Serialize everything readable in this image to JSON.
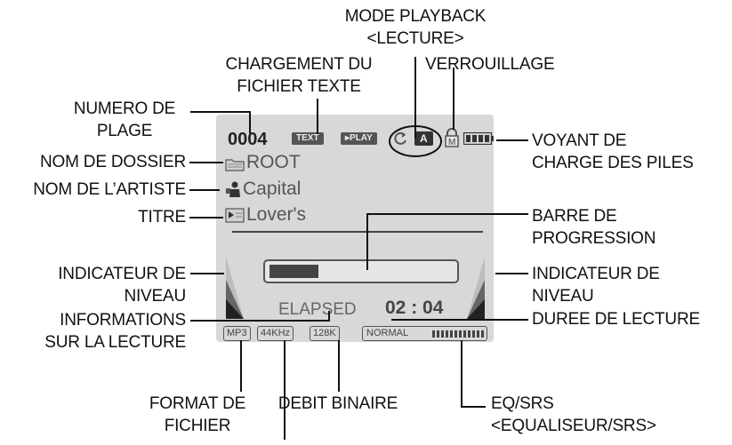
{
  "screen": {
    "track_number": "0004",
    "text_badge": "TEXT",
    "play_badge": "▸PLAY",
    "mode_letter": "A",
    "lock_letter": "M",
    "folder_name": "ROOT",
    "artist_name": "Capital",
    "title": "Lover's",
    "elapsed_label": "ELAPSED",
    "time": "02 : 04",
    "progress": 0.27,
    "format": "MP3",
    "sample_rate": "44KHz",
    "bitrate": "128K",
    "eq_mode": "NORMAL"
  },
  "labels": {
    "mode_playback_1": "MODE PLAYBACK",
    "mode_playback_2": "<LECTURE>",
    "text_load_1": "CHARGEMENT DU",
    "text_load_2": "FICHIER TEXTE",
    "lock": "VERROUILLAGE",
    "track_no_1": "NUMERO DE",
    "track_no_2": "PLAGE",
    "battery_1": "VOYANT DE",
    "battery_2": "CHARGE DES PILES",
    "folder": "NOM DE DOSSIER",
    "artist": "NOM DE L’ARTISTE",
    "title": "TITRE",
    "progress_1": "BARRE DE",
    "progress_2": "PROGRESSION",
    "level_left_1": "INDICATEUR DE",
    "level_left_2": "NIVEAU",
    "level_right_1": "INDICATEUR DE",
    "level_right_2": "NIVEAU",
    "info_1": "INFORMATIONS",
    "info_2": "SUR LA LECTURE",
    "duration": "DUREE DE LECTURE",
    "file_format_1": "FORMAT DE",
    "file_format_2": "FICHIER",
    "bitrate": "DEBIT BINAIRE",
    "eq_1": "EQ/SRS",
    "eq_2": "<EQUALISEUR/SRS>"
  }
}
